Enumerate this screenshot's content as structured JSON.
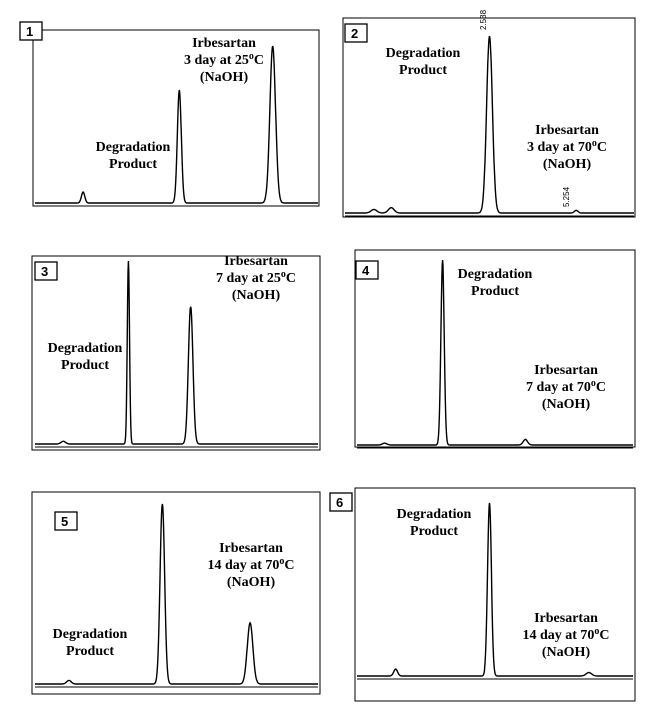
{
  "chart_data": [
    {
      "type": "line",
      "panel": "1",
      "annotations": [
        {
          "lines": [
            "Irbesartan",
            "3 day at 25",
            "(NaOH)"
          ],
          "degree_c": true
        },
        {
          "lines": [
            "Degradation",
            "Product"
          ],
          "degree_c": false
        }
      ],
      "peaks": [
        {
          "t": 0.17,
          "h": 0.07,
          "w": 0.006
        },
        {
          "t": 0.51,
          "h": 0.72,
          "w": 0.007
        },
        {
          "t": 0.84,
          "h": 1.0,
          "w": 0.01
        }
      ],
      "retention_labels": []
    },
    {
      "type": "line",
      "panel": "2",
      "annotations": [
        {
          "lines": [
            "Degradation",
            "Product"
          ],
          "degree_c": false
        },
        {
          "lines": [
            "Irbesartan",
            "3 day at 70",
            "(NaOH)"
          ],
          "degree_c": true
        }
      ],
      "peaks": [
        {
          "t": 0.1,
          "h": 0.02,
          "w": 0.01
        },
        {
          "t": 0.16,
          "h": 0.03,
          "w": 0.01
        },
        {
          "t": 0.5,
          "h": 1.0,
          "w": 0.01
        },
        {
          "t": 0.8,
          "h": 0.015,
          "w": 0.006
        }
      ],
      "retention_labels": [
        "2.538",
        "5.254"
      ]
    },
    {
      "type": "line",
      "panel": "3",
      "annotations": [
        {
          "lines": [
            "Irbesartan",
            "7 day at 25",
            "(NaOH)"
          ],
          "degree_c": true
        },
        {
          "lines": [
            "Degradation",
            "Product"
          ],
          "degree_c": false
        }
      ],
      "peaks": [
        {
          "t": 0.1,
          "h": 0.015,
          "w": 0.008
        },
        {
          "t": 0.33,
          "h": 1.0,
          "w": 0.004
        },
        {
          "t": 0.55,
          "h": 0.75,
          "w": 0.008
        }
      ],
      "retention_labels": []
    },
    {
      "type": "line",
      "panel": "4",
      "annotations": [
        {
          "lines": [
            "Degradation",
            "Product"
          ],
          "degree_c": false
        },
        {
          "lines": [
            "Irbesartan",
            "7 day at 70",
            "(NaOH)"
          ],
          "degree_c": true
        }
      ],
      "peaks": [
        {
          "t": 0.1,
          "h": 0.01,
          "w": 0.008
        },
        {
          "t": 0.31,
          "h": 1.0,
          "w": 0.006
        },
        {
          "t": 0.61,
          "h": 0.03,
          "w": 0.008
        }
      ],
      "retention_labels": []
    },
    {
      "type": "line",
      "panel": "5",
      "annotations": [
        {
          "lines": [
            "Irbesartan",
            "14 day at 70",
            "(NaOH)"
          ],
          "degree_c": true
        },
        {
          "lines": [
            "Degradation",
            "Product"
          ],
          "degree_c": false
        }
      ],
      "peaks": [
        {
          "t": 0.12,
          "h": 0.02,
          "w": 0.008
        },
        {
          "t": 0.45,
          "h": 1.0,
          "w": 0.008
        },
        {
          "t": 0.76,
          "h": 0.34,
          "w": 0.01
        }
      ],
      "retention_labels": []
    },
    {
      "type": "line",
      "panel": "6",
      "annotations": [
        {
          "lines": [
            "Degradation",
            "Product"
          ],
          "degree_c": false
        },
        {
          "lines": [
            "Irbesartan",
            "14 day at 70",
            "(NaOH)"
          ],
          "degree_c": true
        }
      ],
      "peaks": [
        {
          "t": 0.14,
          "h": 0.04,
          "w": 0.007
        },
        {
          "t": 0.48,
          "h": 1.0,
          "w": 0.007
        },
        {
          "t": 0.84,
          "h": 0.02,
          "w": 0.01
        }
      ],
      "retention_labels": []
    }
  ]
}
